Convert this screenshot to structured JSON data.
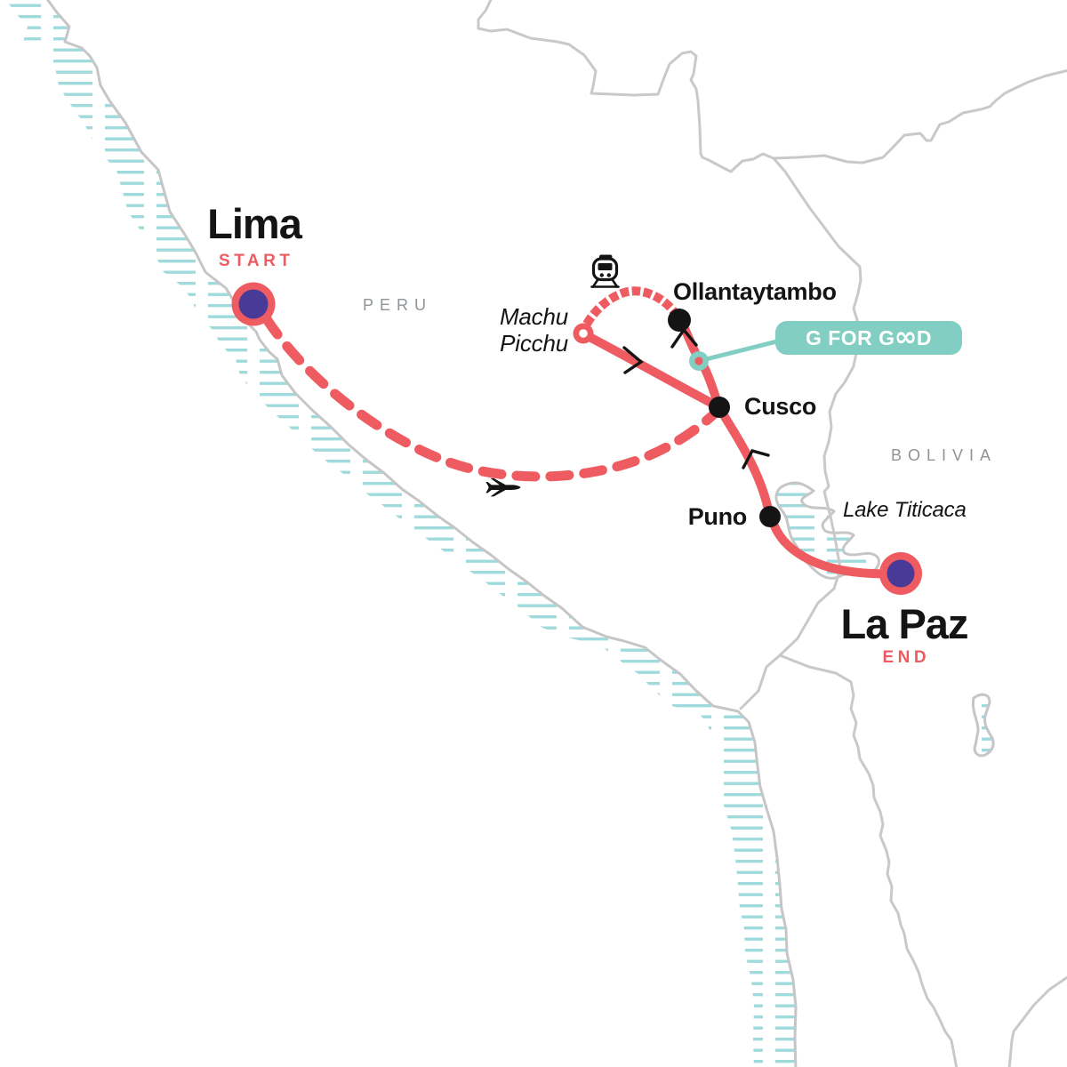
{
  "regions": {
    "peru": "PERU",
    "bolivia": "BOLIVIA"
  },
  "stops": {
    "lima": {
      "name": "Lima",
      "tag": "START"
    },
    "machu_picchu": {
      "name": "Machu Picchu"
    },
    "ollantaytambo": {
      "name": "Ollantaytambo"
    },
    "cusco": {
      "name": "Cusco"
    },
    "puno": {
      "name": "Puno"
    },
    "la_paz": {
      "name": "La Paz",
      "tag": "END"
    }
  },
  "lakes": {
    "titicaca": "Lake Titicaca"
  },
  "badge": {
    "full_label": "G FOR GOOD",
    "before": "G FOR G",
    "infinity": "∞",
    "after": "D"
  },
  "icons": {
    "train": "train-icon",
    "plane": "plane-icon"
  },
  "route": {
    "type": "tour-itinerary",
    "legs": [
      {
        "from": "Lima",
        "to": "Cusco",
        "mode": "flight",
        "style": "dashed"
      },
      {
        "from": "Cusco",
        "to": "Ollantaytambo",
        "mode": "overland",
        "style": "solid"
      },
      {
        "from": "Ollantaytambo",
        "to": "Machu Picchu",
        "mode": "train",
        "style": "railway"
      },
      {
        "from": "Machu Picchu",
        "to": "Cusco",
        "mode": "overland",
        "style": "solid"
      },
      {
        "from": "Cusco",
        "to": "Puno",
        "mode": "overland",
        "style": "solid"
      },
      {
        "from": "Puno",
        "to": "La Paz",
        "mode": "overland",
        "style": "solid"
      }
    ]
  },
  "colors": {
    "route_red": "#EE5B60",
    "marker_purple": "#4A3A97",
    "badge_teal": "#82CEC3",
    "hatch_teal": "#9FDADD",
    "border_gray": "#C9C9C9",
    "country_label_gray": "#8E9498",
    "text_black": "#141414"
  }
}
